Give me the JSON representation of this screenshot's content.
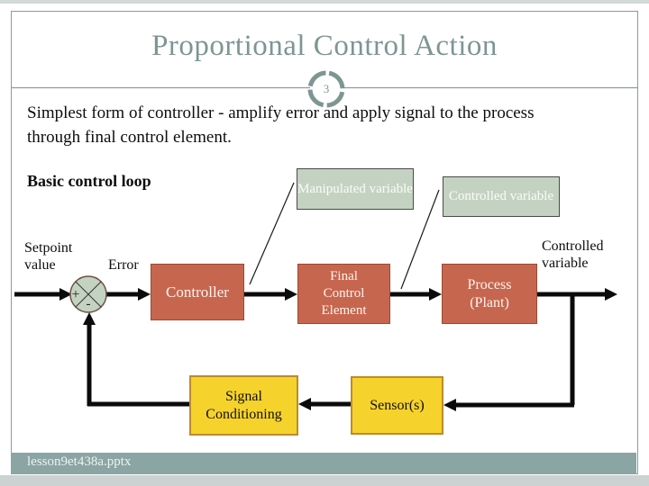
{
  "slide": {
    "title": "Proportional Control Action",
    "page_number": "3",
    "body_text": "Simplest form of controller - amplify error and apply signal to the process through final control element.",
    "section_label": "Basic control loop",
    "footer_text": "lesson9et438a.pptx"
  },
  "diagram": {
    "callout_manipulated": "Manipulated variable",
    "callout_controlled": "Controlled variable",
    "label_setpoint": "Setpoint value",
    "label_error": "Error",
    "label_controlled_out": "Controlled variable",
    "sum_plus": "+",
    "sum_minus": "-",
    "block_controller": "Controller",
    "block_final_control": "Final Control Element",
    "block_process": "Process (Plant)",
    "block_signal_conditioning": "Signal Conditioning",
    "block_sensors": "Sensor(s)"
  },
  "colors": {
    "accent_teal": "#7d9692",
    "slide_border": "#8a9c9a",
    "footer_bar": "#8aa5a4",
    "callout_fill": "#c4d3c1",
    "block_fill": "#c7664e",
    "yellow_fill": "#f6d22c",
    "yellow_border": "#bd8a2e",
    "arrow_black": "#0b0b0b"
  }
}
